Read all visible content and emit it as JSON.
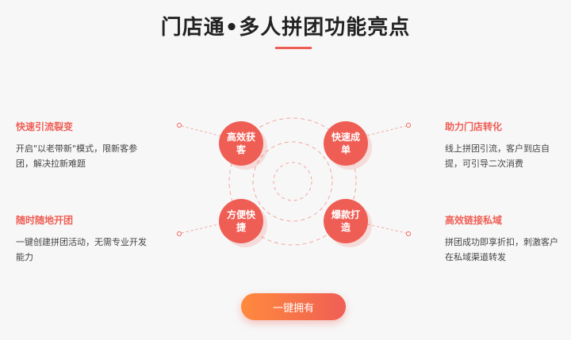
{
  "header": {
    "title": "门店通•多人拼团功能亮点"
  },
  "features": [
    {
      "title": "快速引流裂变",
      "desc": "开启\"以老带新\"模式，限新客参团，解决拉新难题"
    },
    {
      "title": "随时随地开团",
      "desc": "一键创建拼团活动，无需专业开发能力"
    },
    {
      "title": "助力门店转化",
      "desc": "线上拼团引流，客户到店自提，可引导二次消费"
    },
    {
      "title": "高效链接私域",
      "desc": "拼团成功即享折扣，刺激客户在私域渠道转发"
    }
  ],
  "bubbles": [
    {
      "label": "高效获客"
    },
    {
      "label": "快速成单"
    },
    {
      "label": "方便快捷"
    },
    {
      "label": "爆款打造"
    }
  ],
  "cta": {
    "label": "一键拥有"
  },
  "colors": {
    "accent": "#ef5e55",
    "cta_start": "#ff8a3d",
    "background": "#f7f7f7"
  }
}
